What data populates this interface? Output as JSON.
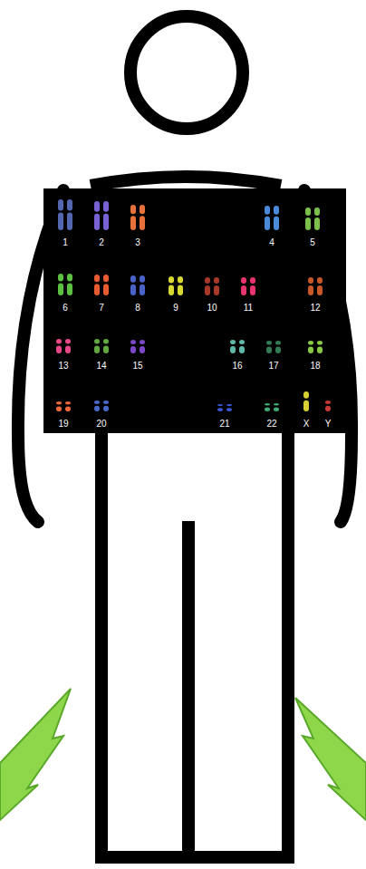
{
  "diagram": {
    "labels": [
      "1",
      "2",
      "3",
      "4",
      "5",
      "6",
      "7",
      "8",
      "9",
      "10",
      "11",
      "12",
      "13",
      "14",
      "15",
      "16",
      "17",
      "18",
      "19",
      "20",
      "21",
      "22",
      "X",
      "Y"
    ]
  }
}
